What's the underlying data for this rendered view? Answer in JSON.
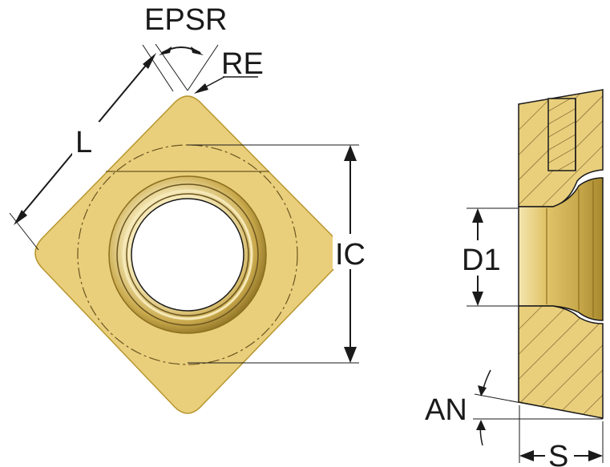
{
  "labels": {
    "epsr": "EPSR",
    "re": "RE",
    "l": "L",
    "ic": "IC",
    "d1": "D1",
    "an": "AN",
    "s": "S"
  },
  "colors": {
    "insert_fill": "#E9CF7C",
    "insert_edge": "#B8962E",
    "ring_light": "#F3E3A8",
    "ring_mid": "#C9A94C",
    "ring_dark": "#8C6F1E",
    "line": "#1a1a1a"
  }
}
